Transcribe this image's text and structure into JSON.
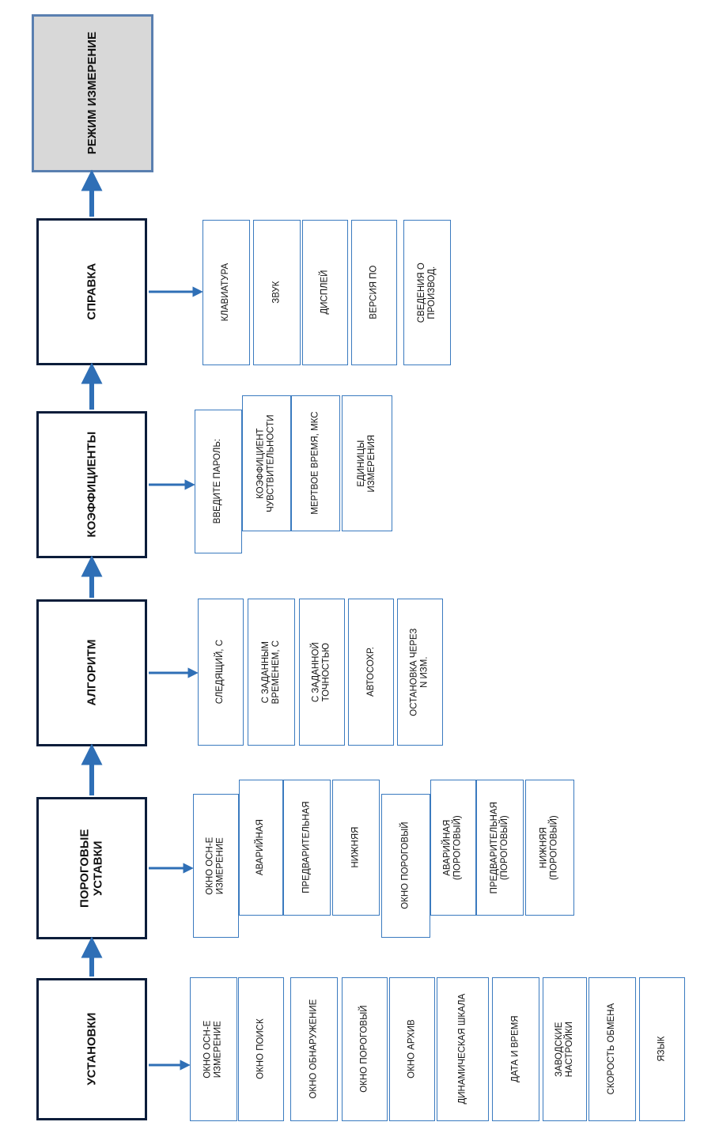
{
  "colors": {
    "arrow": "#2f6fb6",
    "box_border": "#2f6fb6",
    "main_border": "#0b1d3a",
    "measure_fill": "#d8d8d8"
  },
  "columns": [
    {
      "id": "ustanovki",
      "title": "УСТАНОВКИ",
      "items": [
        "ОКНО ОСН-Е\nИЗМЕРЕНИЕ",
        "ОКНО ПОИСК",
        "ОКНО ОБНАРУЖЕНИЕ",
        "ОКНО ПОРОГОВЫЙ",
        "ОКНО АРХИВ",
        "ДИНАМИЧЕСКАЯ ШКАЛА",
        "ДАТА И ВРЕМЯ",
        "ЗАВОДСКИЕ\nНАСТРОЙКИ",
        "СКОРОСТЬ ОБМЕНА",
        "ЯЗЫК"
      ]
    },
    {
      "id": "porogovye",
      "title": "ПОРОГОВЫЕ\nУСТАВКИ",
      "items": [
        "ОКНО ОСН-Е\nИЗМЕРЕНИЕ",
        "АВАРИЙНАЯ",
        "ПРЕДВАРИТЕЛЬНАЯ",
        "НИЖНЯЯ",
        "ОКНО ПОРОГОВЫЙ",
        "АВАРИЙНАЯ\n(ПОРОГОВЫЙ)",
        "ПРЕДВАРИТЕЛЬНАЯ\n(ПОРОГОВЫЙ)",
        "НИЖНЯЯ\n(ПОРОГОВЫЙ)"
      ]
    },
    {
      "id": "algoritm",
      "title": "АЛГОРИТМ",
      "items": [
        "СЛЕДЯЩИЙ, С",
        "С ЗАДАННЫМ\nВРЕМЕНЕМ, С",
        "С ЗАДАННОЙ\nТОЧНОСТЬЮ",
        "АВТОСОХР.",
        "ОСТАНОВКА ЧЕРЕЗ\nN ИЗМ."
      ]
    },
    {
      "id": "koefficienty",
      "title": "КОЭФФИЦИЕНТЫ",
      "items": [
        "ВВЕДИТЕ ПАРОЛЬ:",
        "КОЭФФИЦИЕНТ\nЧУВСТВИТЕЛЬНОСТИ",
        "МЕРТВОЕ ВРЕМЯ, МКС",
        "ЕДИНИЦЫ\nИЗМЕРЕНИЯ"
      ]
    },
    {
      "id": "spravka",
      "title": "СПРАВКА",
      "items": [
        "КЛАВИАТУРА",
        "ЗВУК",
        "ДИСПЛЕЙ",
        "ВЕРСИЯ ПО",
        "СВЕДЕНИЯ О\nПРОИЗВОД."
      ]
    },
    {
      "id": "rezhim",
      "title": "РЕЖИМ ИЗМЕРЕНИЕ",
      "items": []
    }
  ]
}
